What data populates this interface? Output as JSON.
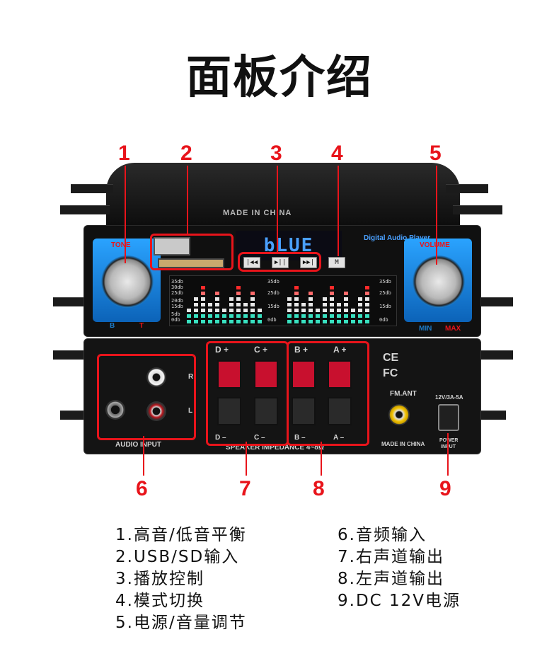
{
  "title": "面板介绍",
  "callout_numbers": [
    "1",
    "2",
    "3",
    "4",
    "5",
    "6",
    "7",
    "8",
    "9"
  ],
  "device": {
    "front": {
      "tone_label": "TONE",
      "tone_left": "B",
      "tone_right": "T",
      "brand_text": "Digital Audio Player",
      "display_text": "bLUE",
      "volume_label": "VOLUME",
      "volume_min": "MIN",
      "volume_max": "MAX",
      "buttons": [
        "|◀◀",
        "▶||",
        "▶▶|",
        "M"
      ],
      "eq_scale": [
        "35db",
        "30db",
        "25db",
        "20db",
        "15db",
        "5db",
        "0db"
      ],
      "top_text": "MADE IN CHINA"
    },
    "back": {
      "audio_input_label": "AUDIO INPUT",
      "speaker_terminals_top": [
        "D +",
        "C +",
        "B +",
        "A +"
      ],
      "speaker_terminals_bottom": [
        "D –",
        "C –",
        "B –",
        "A –"
      ],
      "speaker_impedance": "SPEAKER IMPEDANCE 4~8Ω",
      "ce_mark": "CE",
      "fc_mark": "FC",
      "fm_ant_label": "FM.ANT",
      "made_in": "MADE IN CHINA",
      "dc_spec": "12V/3A-5A",
      "power_label": "POWER",
      "power_input_label": "INPUT",
      "rca_side_labels": [
        "R",
        "L"
      ]
    }
  },
  "legend_left": [
    "1.高音/低音平衡",
    "2.USB/SD输入",
    "3.播放控制",
    "4.模式切换",
    "5.电源/音量调节"
  ],
  "legend_right": [
    "6.音频输入",
    "7.右声道输出",
    "8.左声道输出",
    "9.DC 12V电源"
  ],
  "colors": {
    "callout_red": "#e8141b",
    "accent_blue": "#1d7cc9",
    "display_blue": "#4aa0ff",
    "terminal_red": "#c8102e"
  }
}
